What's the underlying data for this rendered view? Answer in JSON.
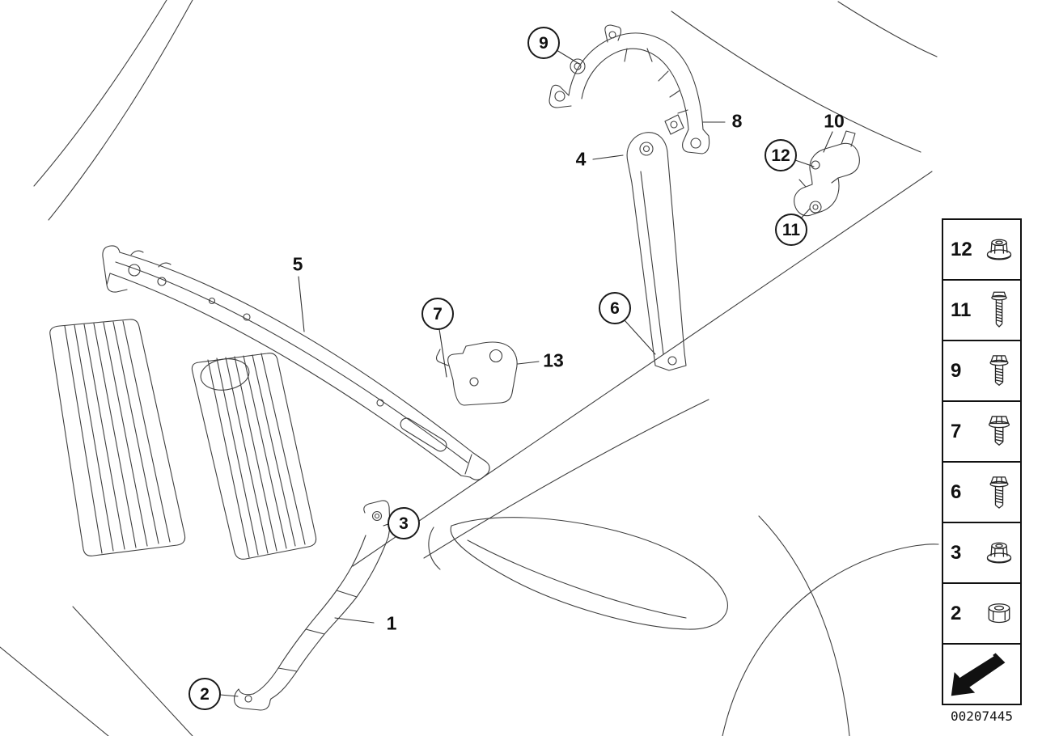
{
  "diagram": {
    "drawing_number": "00207445",
    "callouts": [
      {
        "label": "1",
        "style": "plain"
      },
      {
        "label": "2",
        "style": "circled"
      },
      {
        "label": "3",
        "style": "circled"
      },
      {
        "label": "4",
        "style": "plain"
      },
      {
        "label": "5",
        "style": "plain"
      },
      {
        "label": "6",
        "style": "circled"
      },
      {
        "label": "7",
        "style": "circled"
      },
      {
        "label": "8",
        "style": "plain"
      },
      {
        "label": "9",
        "style": "circled"
      },
      {
        "label": "10",
        "style": "plain"
      },
      {
        "label": "11",
        "style": "circled"
      },
      {
        "label": "12",
        "style": "circled"
      },
      {
        "label": "13",
        "style": "plain"
      }
    ],
    "legend": {
      "items": [
        {
          "label": "12",
          "icon": "flange-nut-icon"
        },
        {
          "label": "11",
          "icon": "screw-icon"
        },
        {
          "label": "9",
          "icon": "flange-screw-icon"
        },
        {
          "label": "7",
          "icon": "flange-screw-icon"
        },
        {
          "label": "6",
          "icon": "flange-screw-icon"
        },
        {
          "label": "3",
          "icon": "flange-nut-icon"
        },
        {
          "label": "2",
          "icon": "hex-nut-icon"
        }
      ],
      "direction_arrow": "down-left"
    },
    "colors": {
      "line": "#3f3f3f",
      "background": "#ffffff",
      "callout_border": "#1a1a1a"
    }
  }
}
